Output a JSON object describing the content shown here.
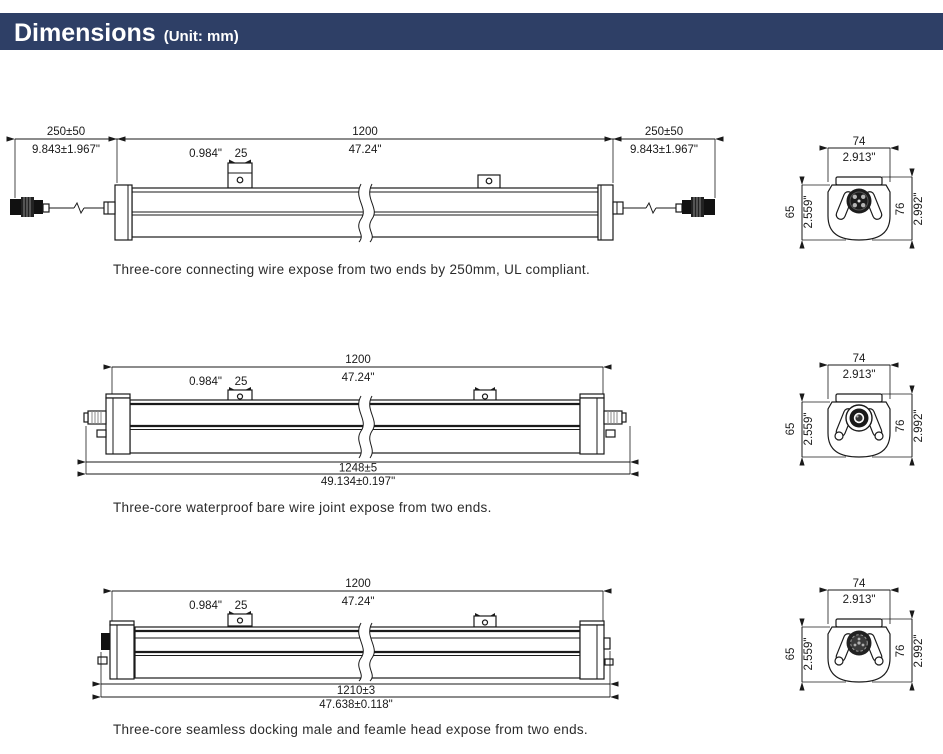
{
  "header": {
    "title": "Dimensions",
    "unit": "(Unit: mm)"
  },
  "colors": {
    "banner": "#2e3f66",
    "line": "#1a1a1a",
    "caption": "#2b2b2b"
  },
  "figures": [
    {
      "caption": "Three-core connecting wire expose from two ends by 250mm, UL compliant.",
      "dims": {
        "left_mm": "250±50",
        "left_in": "9.843±1.967\"",
        "length_mm": "1200",
        "length_in": "47.24\"",
        "right_mm": "250±50",
        "right_in": "9.843±1.967\"",
        "bracket_in": "0.984\"",
        "bracket_mm": "25"
      },
      "cross": {
        "width_mm": "74",
        "width_in": "2.913\"",
        "body_mm": "65",
        "body_in": "2.559\"",
        "total_mm": "76",
        "total_in": "2.992\""
      }
    },
    {
      "caption": "Three-core waterproof bare wire joint expose from two ends.",
      "dims": {
        "length_mm": "1200",
        "length_in": "47.24\"",
        "bracket_in": "0.984\"",
        "bracket_mm": "25",
        "overall_mm": "1248±5",
        "overall_in": "49.134±0.197\""
      },
      "cross": {
        "width_mm": "74",
        "width_in": "2.913\"",
        "body_mm": "65",
        "body_in": "2.559\"",
        "total_mm": "76",
        "total_in": "2.992\""
      }
    },
    {
      "caption": "Three-core seamless docking male and feamle head expose from two ends.",
      "dims": {
        "length_mm": "1200",
        "length_in": "47.24\"",
        "bracket_in": "0.984\"",
        "bracket_mm": "25",
        "overall_mm": "1210±3",
        "overall_in": "47.638±0.118\""
      },
      "cross": {
        "width_mm": "74",
        "width_in": "2.913\"",
        "body_mm": "65",
        "body_in": "2.559\"",
        "total_mm": "76",
        "total_in": "2.992\""
      }
    }
  ]
}
